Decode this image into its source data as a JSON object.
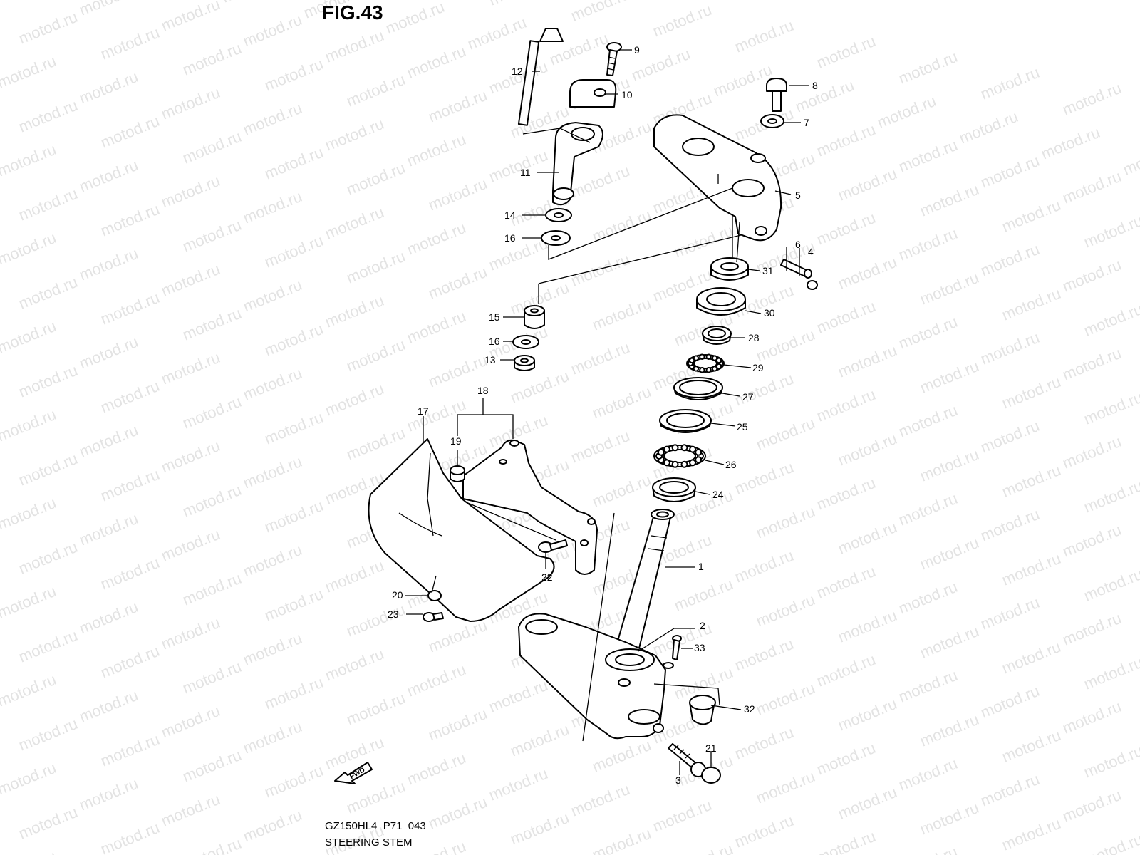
{
  "figure": {
    "title": "FIG.43",
    "code": "GZ150HL4_P71_043",
    "caption": "STEERING STEM",
    "watermark": "motod.ru",
    "fwd_label": "FWD"
  },
  "parts": [
    {
      "id": "1",
      "label": "1"
    },
    {
      "id": "2",
      "label": "2"
    },
    {
      "id": "3",
      "label": "3"
    },
    {
      "id": "4",
      "label": "4"
    },
    {
      "id": "5",
      "label": "5"
    },
    {
      "id": "6",
      "label": "6"
    },
    {
      "id": "7",
      "label": "7"
    },
    {
      "id": "8",
      "label": "8"
    },
    {
      "id": "9",
      "label": "9"
    },
    {
      "id": "10",
      "label": "10"
    },
    {
      "id": "11",
      "label": "11"
    },
    {
      "id": "12",
      "label": "12"
    },
    {
      "id": "13",
      "label": "13"
    },
    {
      "id": "14",
      "label": "14"
    },
    {
      "id": "15",
      "label": "15"
    },
    {
      "id": "16a",
      "label": "16"
    },
    {
      "id": "16b",
      "label": "16"
    },
    {
      "id": "17",
      "label": "17"
    },
    {
      "id": "18",
      "label": "18"
    },
    {
      "id": "19",
      "label": "19"
    },
    {
      "id": "20",
      "label": "20"
    },
    {
      "id": "21",
      "label": "21"
    },
    {
      "id": "22",
      "label": "22"
    },
    {
      "id": "23",
      "label": "23"
    },
    {
      "id": "24",
      "label": "24"
    },
    {
      "id": "25",
      "label": "25"
    },
    {
      "id": "26",
      "label": "26"
    },
    {
      "id": "27",
      "label": "27"
    },
    {
      "id": "28",
      "label": "28"
    },
    {
      "id": "29",
      "label": "29"
    },
    {
      "id": "30",
      "label": "30"
    },
    {
      "id": "31",
      "label": "31"
    },
    {
      "id": "32",
      "label": "32"
    },
    {
      "id": "33",
      "label": "33"
    }
  ]
}
